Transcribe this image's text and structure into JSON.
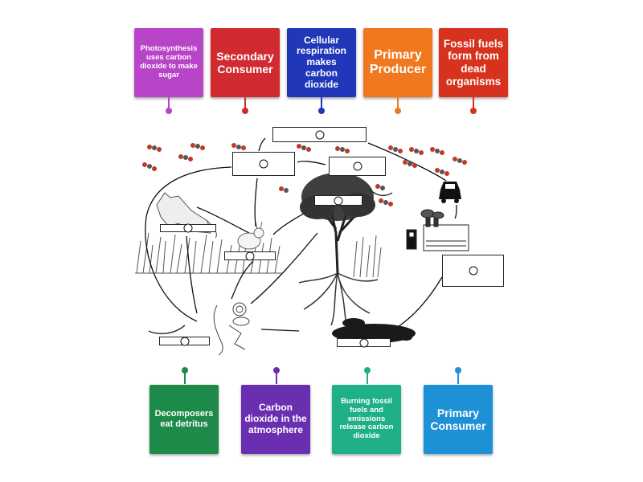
{
  "top_cards": [
    {
      "text": "Photosynthesis uses carbon dioxide to make sugar",
      "color": "#b844c8"
    },
    {
      "text": "Secondary Consumer",
      "color": "#d12a30"
    },
    {
      "text": "Cellular respiration makes carbon dioxide",
      "color": "#1f37b8"
    },
    {
      "text": "Primary Producer",
      "color": "#f0781e"
    },
    {
      "text": "Fossil fuels form from dead organisms",
      "color": "#d6321e"
    }
  ],
  "bottom_cards": [
    {
      "text": "Decomposers eat detritus",
      "color": "#1d8a4a"
    },
    {
      "text": "Carbon dioxide in the atmosphere",
      "color": "#6a2fb0"
    },
    {
      "text": "Burning fossil fuels and emissions release carbon dioxide",
      "color": "#20b088"
    },
    {
      "text": "Primary Consumer",
      "color": "#1e90d6"
    }
  ]
}
